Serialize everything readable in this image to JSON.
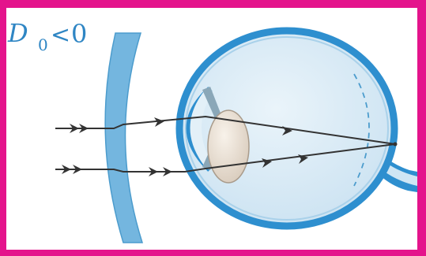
{
  "formula": {
    "symbol": "D",
    "subscript": "0",
    "relation": "<",
    "value": "0"
  },
  "colors": {
    "frame": "#e4148c",
    "lens_fill": "#74b6df",
    "eye_wall": "#2e8fcf",
    "eye_fill": "#dcecf6",
    "ray": "#333333"
  }
}
